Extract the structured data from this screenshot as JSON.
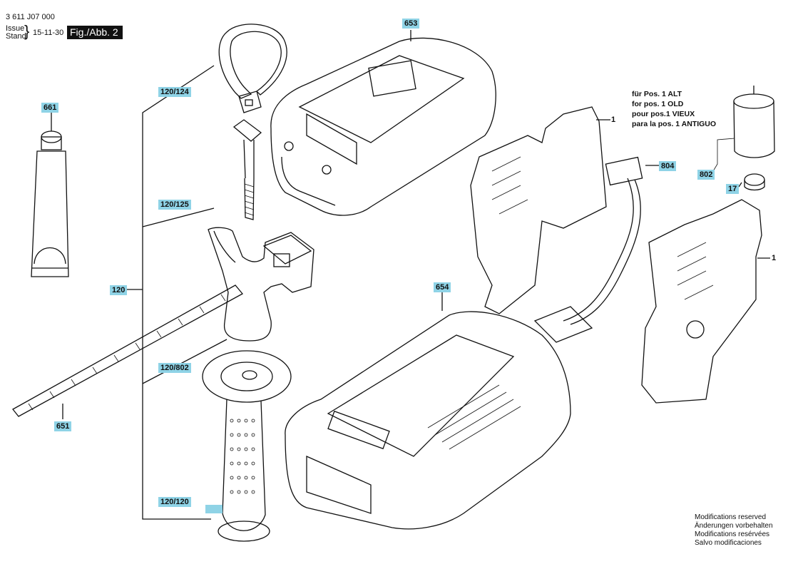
{
  "header": {
    "doc_number": "3 611 J07 000",
    "issue_label": "Issue",
    "stand_label": "Stand",
    "date": "15-11-30",
    "figure": "Fig./Abb. 2"
  },
  "callouts": {
    "c653": "653",
    "c661": "661",
    "c120_124": "120/124",
    "c120_125": "120/125",
    "c120": "120",
    "c120_802": "120/802",
    "c651": "651",
    "c120_120": "120/120",
    "c654": "654",
    "c1_top": "1",
    "c804": "804",
    "c802": "802",
    "c17": "17",
    "c1_bottom": "1"
  },
  "note_lines": [
    "für Pos. 1 ALT",
    "for pos. 1 OLD",
    "pour pos.1 VIEUX",
    "para la pos. 1 ANTIGUO"
  ],
  "modifications": [
    "Modifications reserved",
    "Änderungen vorbehalten",
    "Modifications resérvées",
    "Salvo modificaciones"
  ]
}
